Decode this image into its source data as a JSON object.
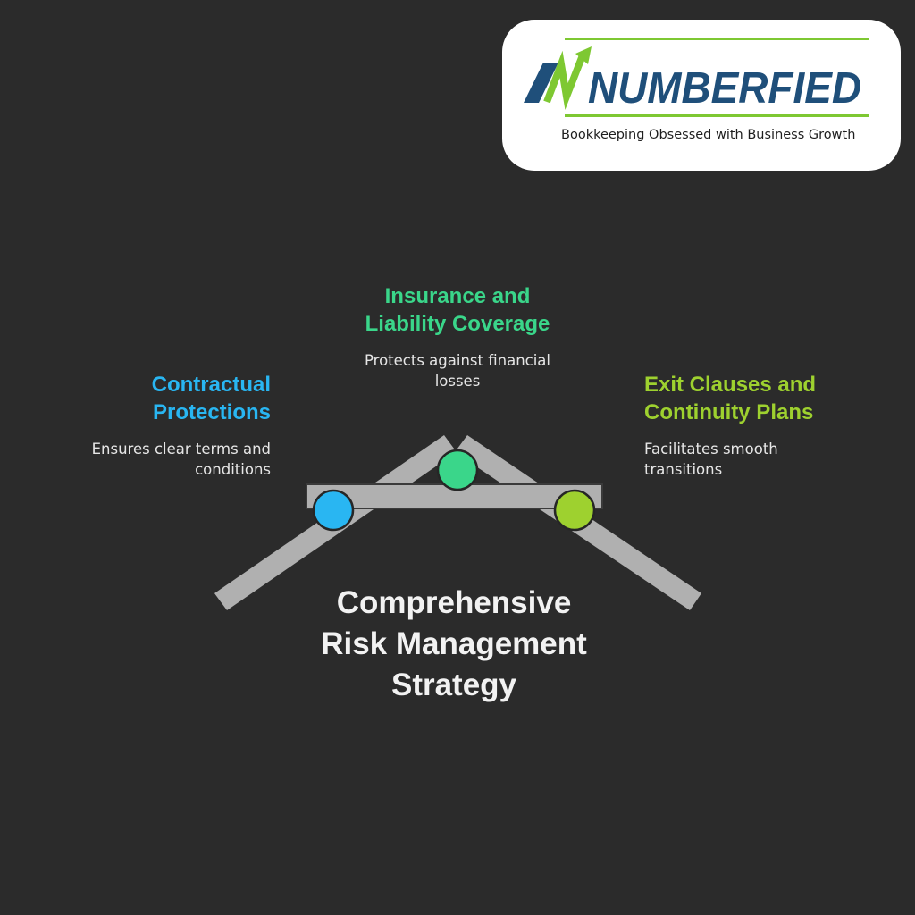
{
  "brand": {
    "name": "NUMBERFIED",
    "tagline": "Bookkeeping Obsessed with Business Growth",
    "colors": {
      "navy": "#1f4f7a",
      "green": "#7ec832"
    }
  },
  "diagram": {
    "title": "Comprehensive Risk Management Strategy",
    "items": [
      {
        "id": "contractual",
        "heading": "Contractual Protections",
        "description": "Ensures clear terms and conditions",
        "color": "#29b6f2"
      },
      {
        "id": "insurance",
        "heading": "Insurance and Liability Coverage",
        "description": "Protects against financial losses",
        "color": "#3ad68a"
      },
      {
        "id": "exit",
        "heading": "Exit Clauses and Continuity Plans",
        "description": "Facilitates smooth transitions",
        "color": "#9ed12f"
      }
    ]
  }
}
